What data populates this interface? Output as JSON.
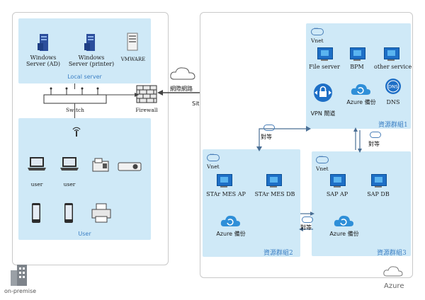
{
  "on_premise": {
    "label": "on-premise",
    "local_server": {
      "title": "Local server",
      "servers": [
        "Windows Server (AD)",
        "Windows Server (printer)",
        "VMWARE"
      ]
    },
    "switch_label": "Switch",
    "firewall_label": "Firewall",
    "user_group": {
      "title": "User",
      "user_labels": [
        "user",
        "user"
      ]
    }
  },
  "connection": {
    "internet_label": "網際網路",
    "vpn_label": "Site-to-site VPN"
  },
  "azure": {
    "label": "Azure",
    "rg1": {
      "title": "資源群組1",
      "vnet": "Vnet",
      "items": [
        "File server",
        "BPM",
        "other service"
      ],
      "vpn_gateway": "VPN 閘道",
      "backup": "Azure 備份",
      "dns": "DNS"
    },
    "rg2": {
      "title": "資源群組2",
      "vnet": "Vnet",
      "items": [
        "STAr MES AP",
        "STAr MES DB"
      ],
      "backup": "Azure 備份"
    },
    "rg3": {
      "title": "資源群組3",
      "vnet": "Vnet",
      "items": [
        "SAP AP",
        "SAP DB"
      ],
      "backup": "Azure 備份"
    },
    "peering_label": "對等"
  },
  "colors": {
    "box_fill": "#cfe9f7",
    "accent": "#3b7fc4",
    "vm_blue": "#1e6fc6",
    "line": "#4a6f95"
  }
}
